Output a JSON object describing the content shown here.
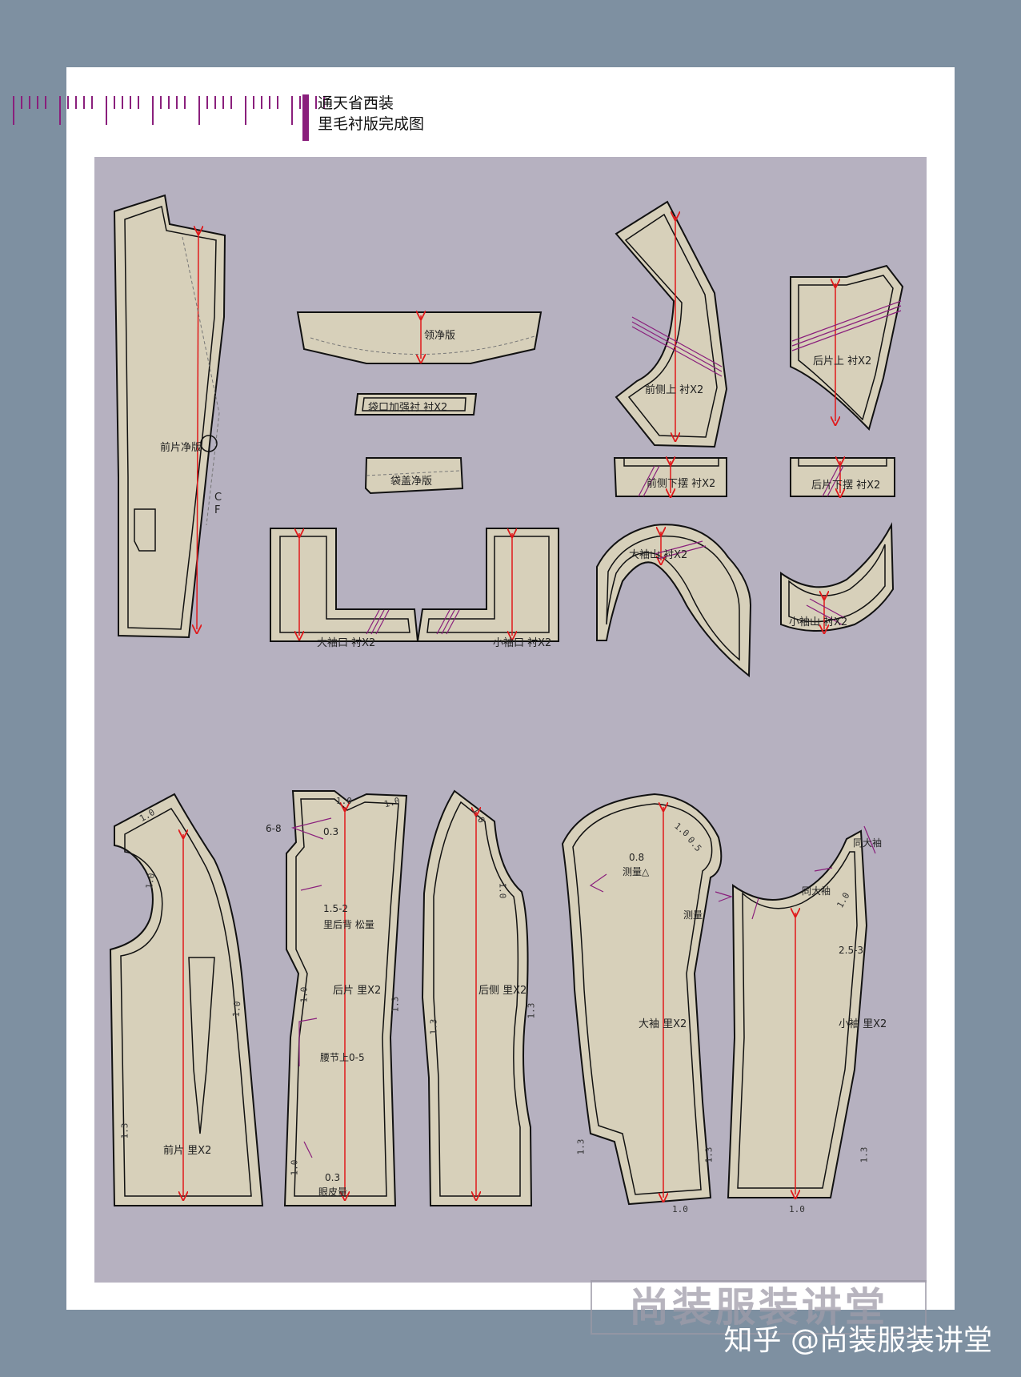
{
  "header": {
    "title_line1": "通天省西装",
    "title_line2": "里毛衬版完成图"
  },
  "colors": {
    "background": "#7e90a1",
    "board": "#b6b1c0",
    "fabric": "#d7d0ba",
    "accent": "#8a1f7c",
    "grain_line": "#e0191b"
  },
  "pieces": {
    "front_net": "前片净版",
    "cf": "C\nF",
    "collar_net": "领净版",
    "pocket_mouth": "袋口加强衬 衬X2",
    "flap_net": "袋盖净版",
    "front_side_top": "前侧上 衬X2",
    "back_top": "后片上 衬X2",
    "front_side_hem": "前侧下摆 衬X2",
    "back_hem": "后片下摆 衬X2",
    "big_sleeve_cuff": "大袖口 衬X2",
    "small_sleeve_cuff": "小袖口 衬X2",
    "big_sleeve_cap": "大袖山 衬X2",
    "small_sleeve_cap": "小袖山 衬X2",
    "front_lining": "前片 里X2",
    "back_lining": "后片 里X2",
    "back_side_lining": "后侧 里X2",
    "big_sleeve_lining": "大袖 里X2",
    "small_sleeve_lining": "小袖 里X2"
  },
  "annotations": {
    "a_6_8": "6-8",
    "a_03": "0.3",
    "a_15_2": "1.5-2",
    "back_ease": "里后背 松量",
    "waist": "腰节上0-5",
    "a_03b": "0.3",
    "eye_skin": "眼皮量",
    "a_08": "0.8",
    "measure1": "测量△",
    "measure2": "测量",
    "same_big1": "同大袖",
    "same_big2": "同大袖",
    "a_25_3": "2.5-3"
  },
  "numbers": {
    "n10": "1.0",
    "n13": "1.3",
    "n05": "0.5"
  },
  "watermark": "尚装服装讲堂",
  "footer": "知乎 @尚装服装讲堂"
}
